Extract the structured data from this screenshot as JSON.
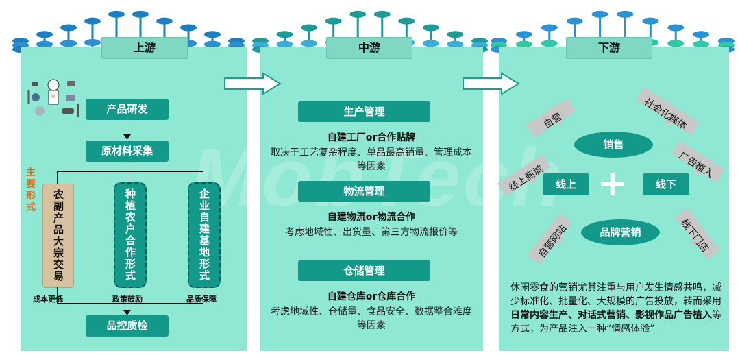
{
  "stages": {
    "upstream": "上游",
    "midstream": "中游",
    "downstream": "下游"
  },
  "watermark": "MobTech",
  "upstream": {
    "product_rd": "产品研发",
    "raw_material": "原材料采集",
    "main_forms_label": "主要形式",
    "forms": [
      {
        "text": "农副产品大宗交易",
        "caption": "成本更低"
      },
      {
        "text": "种植农户合作形式",
        "caption": "政策鼓励"
      },
      {
        "text": "企业自建基地形式",
        "caption": "品质保障"
      }
    ],
    "qc": "品控质检"
  },
  "midstream": {
    "sections": [
      {
        "title": "生产管理",
        "bold": "自建工厂or合作贴牌",
        "desc": "取决于工艺复杂程度、单品最高销量、管理成本等因素"
      },
      {
        "title": "物流管理",
        "bold": "自建物流or物流合作",
        "desc": "考虑地域性、出货量、第三方物流报价等"
      },
      {
        "title": "仓储管理",
        "bold": "自建仓库or仓库合作",
        "desc": "考虑地域性、仓储量、食品安全、数据整合难度等因素"
      }
    ]
  },
  "downstream": {
    "sales": "销售",
    "online": "线上",
    "offline": "线下",
    "plus": "+",
    "brand": "品牌营销",
    "tags": [
      "自营App",
      "社会化媒体",
      "线上商城",
      "广告植入",
      "自营网站",
      "线下门店"
    ],
    "summary_pre": "休闲零食的营销尤其注重与用户发生情感共鸣，减少标准化、批量化、大规模的广告投放，转而采用",
    "summary_bold": "日常内容生产、对话式营销、影视作品广告植入",
    "summary_post": "等方式，为产品注入一种“情感体验”"
  },
  "colors": {
    "panel": "#8ee8d3",
    "teal": "#13998a",
    "accent_orange": "#e0691b"
  }
}
